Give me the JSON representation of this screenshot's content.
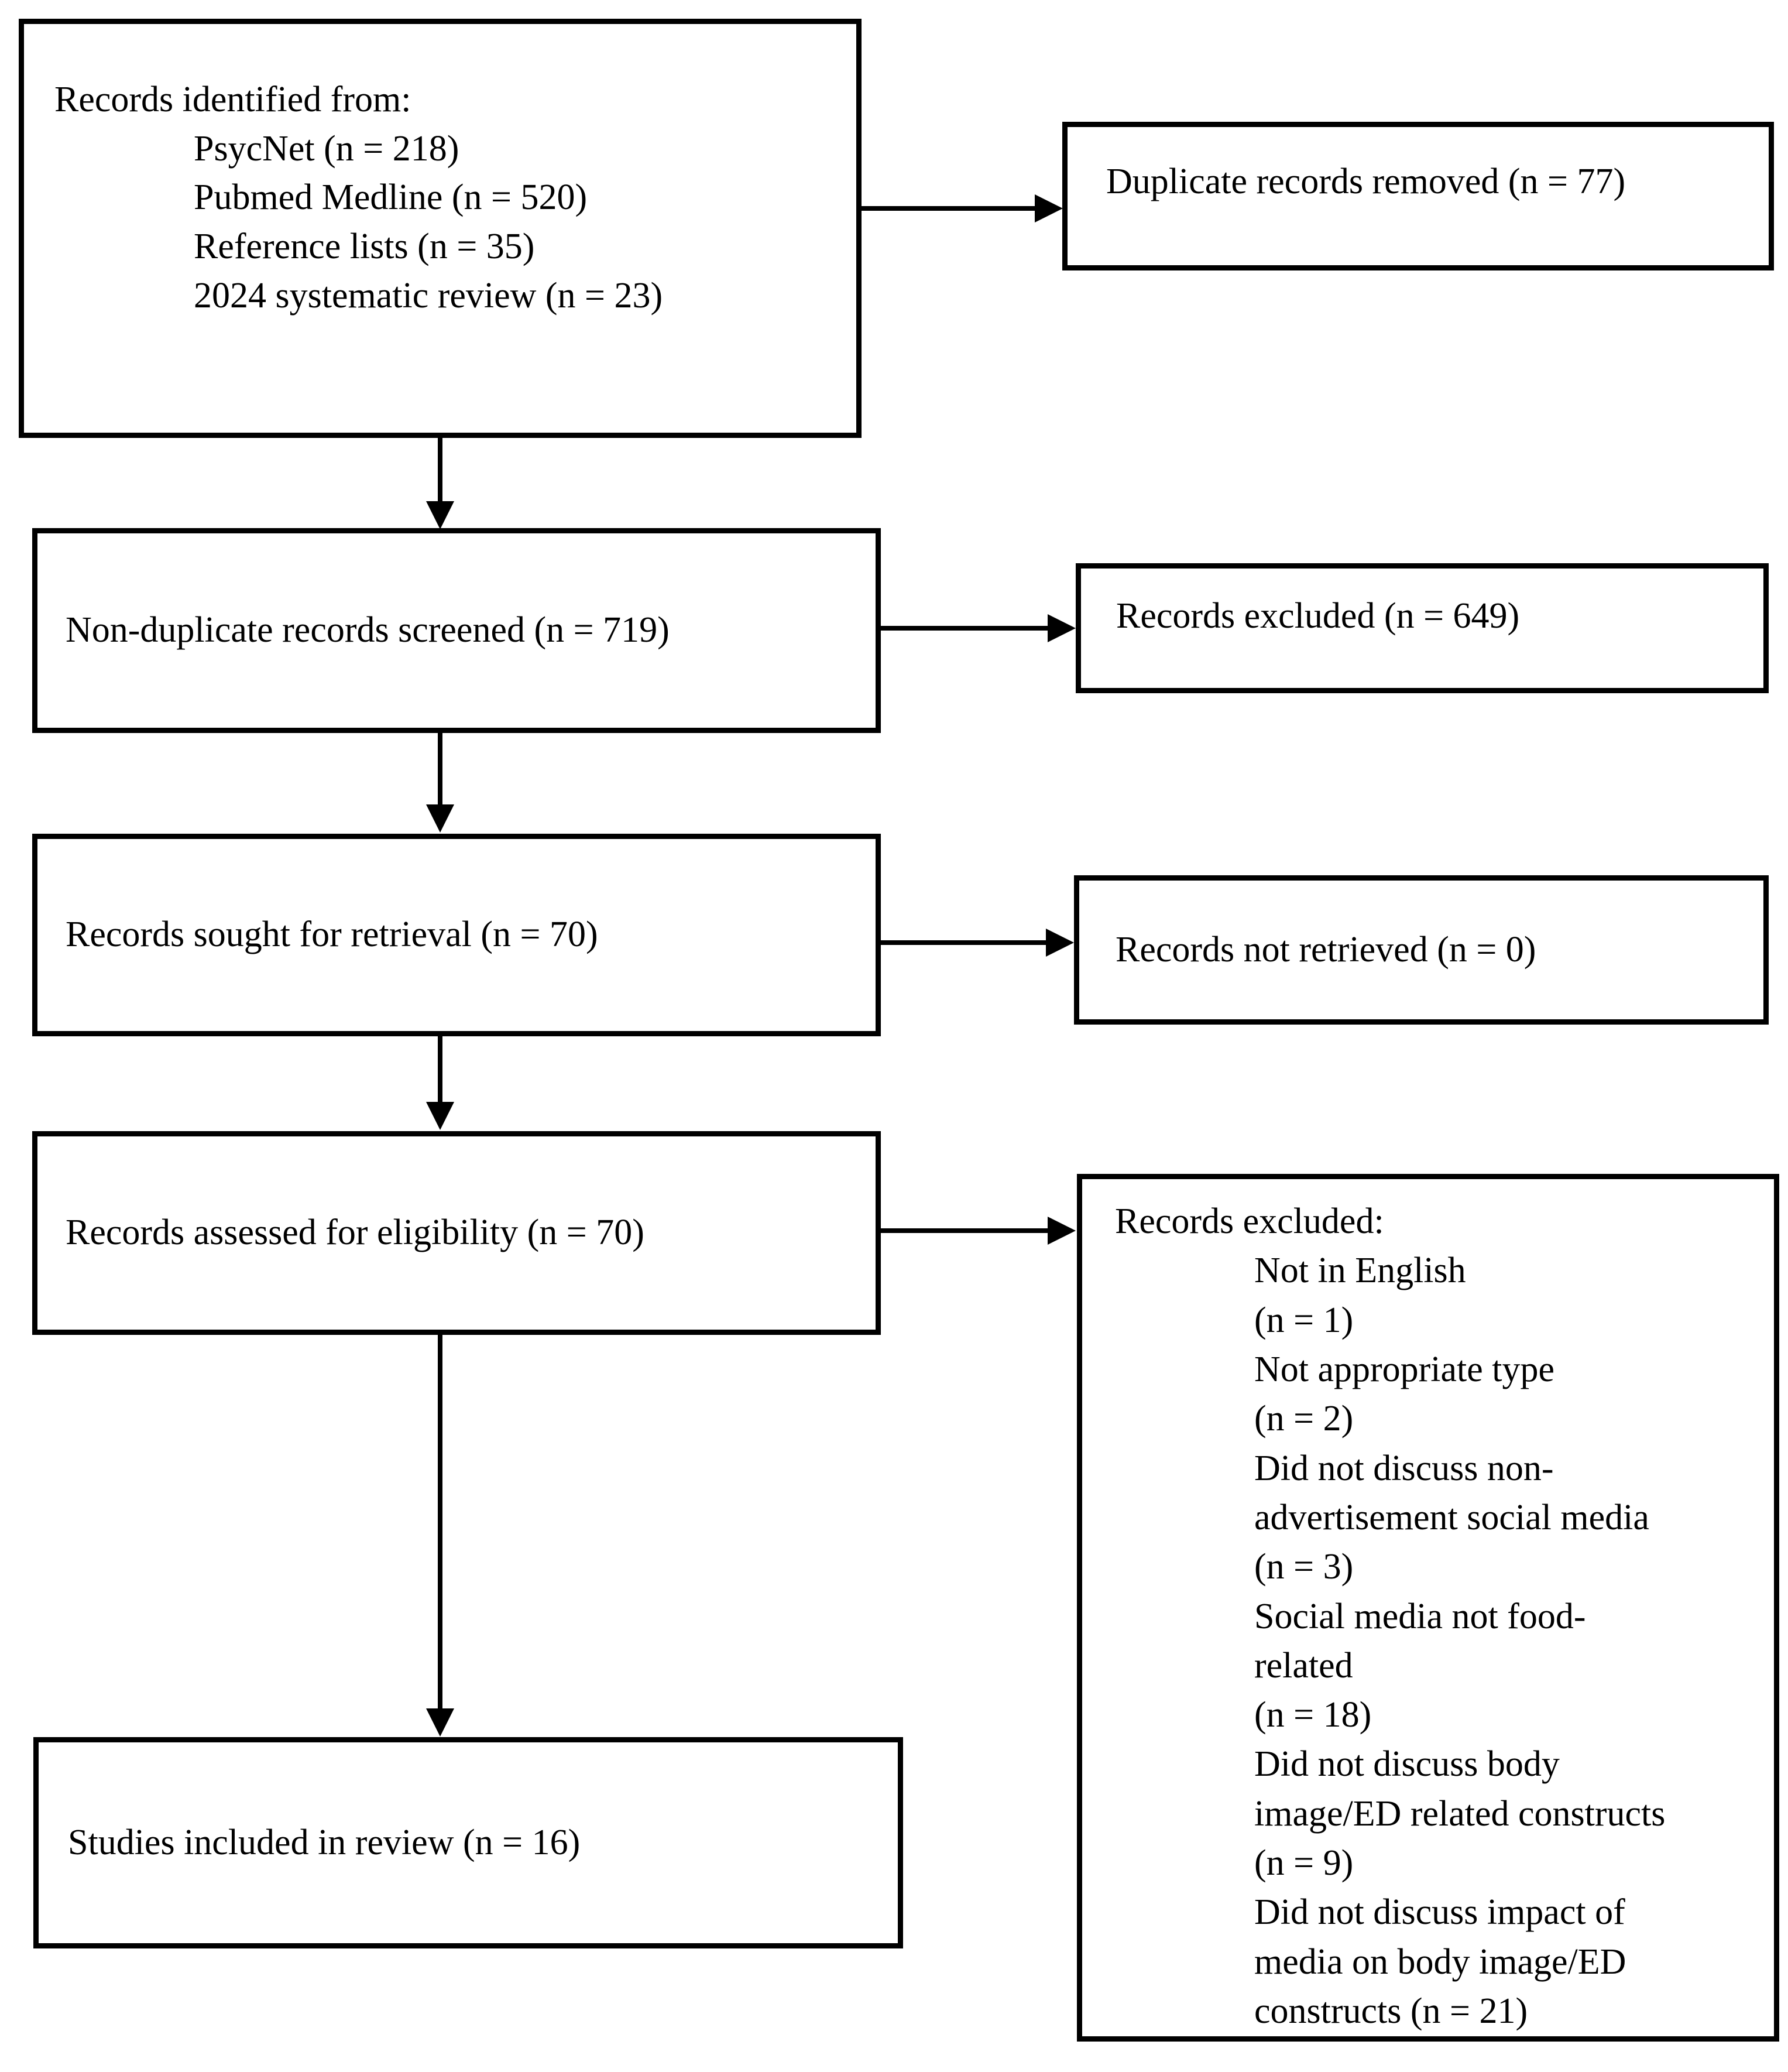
{
  "boxes": {
    "identification": {
      "title": "Records identified from:",
      "sources": [
        "PsycNet (n = 218)",
        "Pubmed Medline (n = 520)",
        "Reference lists (n = 35)",
        "2024 systematic review (n = 23)"
      ]
    },
    "duplicates_removed": {
      "label": "Duplicate records removed (n = 77)"
    },
    "screened": {
      "label": "Non-duplicate records screened (n = 719)"
    },
    "records_excluded": {
      "label": "Records excluded (n = 649)"
    },
    "sought": {
      "label": "Records sought for retrieval (n = 70)"
    },
    "not_retrieved": {
      "label": "Records not retrieved (n = 0)"
    },
    "assessed": {
      "label": "Records assessed for eligibility (n = 70)"
    },
    "exclusion_detail": {
      "title": "Records excluded:",
      "reasons": [
        "Not in English\n(n = 1)",
        "Not appropriate type\n(n = 2)",
        "Did not discuss non-\nadvertisement social media\n (n = 3)",
        "Social media not food-\nrelated\n(n = 18)",
        "Did not discuss body\nimage/ED related constructs\n(n = 9)",
        "Did not discuss impact of\nmedia on body image/ED\nconstructs (n = 21)"
      ]
    },
    "included": {
      "label": "Studies included in review (n = 16)"
    }
  },
  "colors": {
    "border": "#000000",
    "background": "#ffffff",
    "text": "#000000"
  }
}
